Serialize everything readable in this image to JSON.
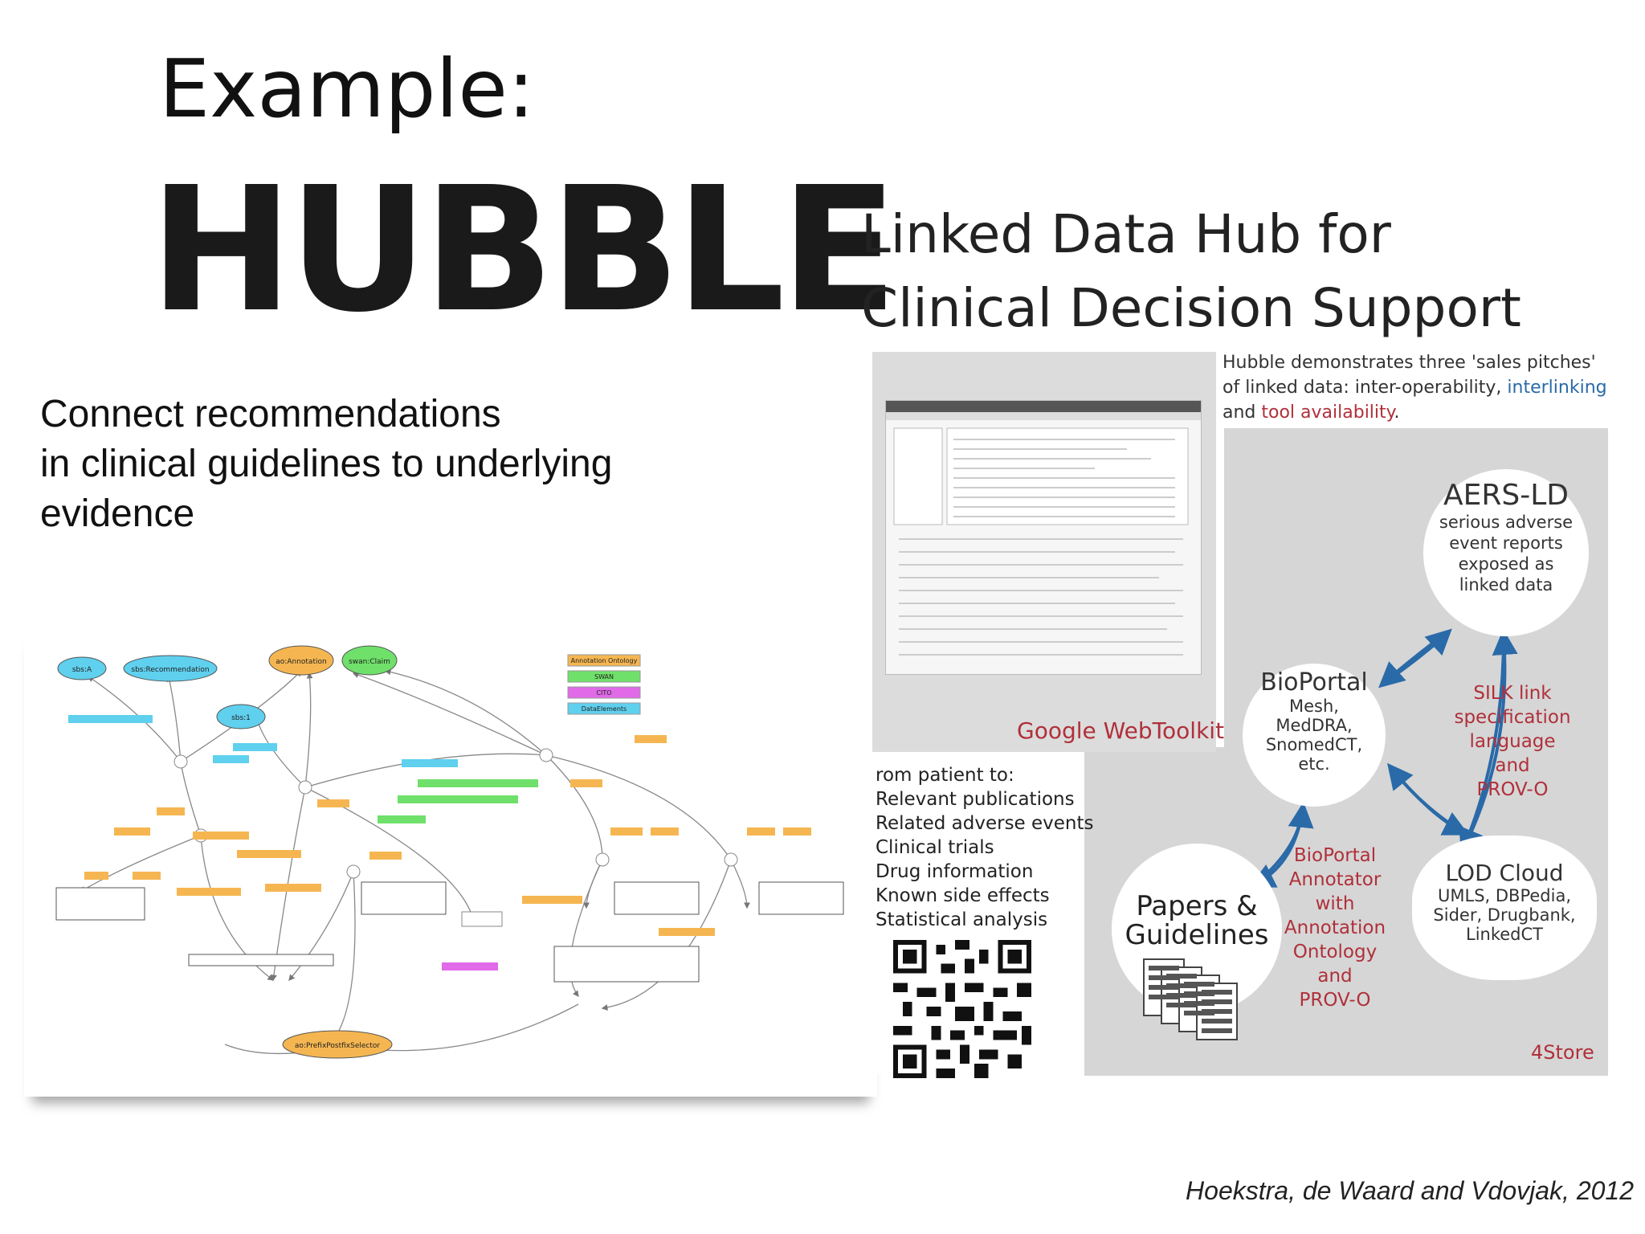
{
  "slide": {
    "label": "Example:",
    "title": "HUBBLE",
    "subtitle_line1": "Linked Data Hub for",
    "subtitle_line2": "Clinical Decision Support",
    "intro_line1": "Connect recommendations",
    "intro_line2": "in clinical guidelines to underlying",
    "intro_line3": "evidence",
    "citation": "Hoekstra, de Waard and Vdovjak, 2012"
  },
  "diagram": {
    "nodes": {
      "annotation": "ao:Annotation",
      "rec": "sbs:Recommendation",
      "claim": "swan:Claim",
      "sbs1": "sbs:1",
      "sbsa": "sbs:A",
      "selector": "ao:PrefixPostfixSelector"
    },
    "legend": [
      "Annotation Ontology",
      "SWAN",
      "CITO",
      "DataElements"
    ]
  },
  "poster": {
    "gwt_label": "Google WebToolkit",
    "pitch_part1": "Hubble demonstrates three 'sales pitches' of linked data: inter-operability, ",
    "pitch_interlinking": "interlinking",
    "pitch_and": " and ",
    "pitch_tool": "tool availability",
    "pitch_end": ".",
    "from_patient": {
      "heading": "rom patient to:",
      "items": [
        "Relevant publications",
        "Related adverse events",
        "Clinical trials",
        "Drug information",
        "Known side effects",
        "Statistical analysis"
      ]
    },
    "aers": {
      "title": "AERS-LD",
      "lines": [
        "serious adverse",
        "event reports",
        "exposed as",
        "linked data"
      ]
    },
    "bioportal": {
      "title": "BioPortal",
      "lines": [
        "Mesh,",
        "MedDRA,",
        "SnomedCT,",
        "etc."
      ]
    },
    "papers": {
      "line1": "Papers &",
      "line2": "Guidelines"
    },
    "lod": {
      "title": "LOD Cloud",
      "lines": [
        "UMLS, DBPedia,",
        "Sider, Drugbank,",
        "LinkedCT"
      ]
    },
    "silk": [
      "SILK link",
      "specification",
      "language",
      "and",
      "PROV-O"
    ],
    "annotator": [
      "BioPortal",
      "Annotator",
      "with",
      "Annotation",
      "Ontology",
      "and",
      "PROV-O"
    ],
    "fourstore": "4Store"
  },
  "colors": {
    "link_red": "#b0303a",
    "link_blue": "#2a6aa8",
    "panel_grey": "#d6d6d6",
    "node_orange": "#f5b651",
    "node_cyan": "#5fd0ee",
    "node_green": "#6fe06a",
    "node_magenta": "#e06ae8"
  }
}
